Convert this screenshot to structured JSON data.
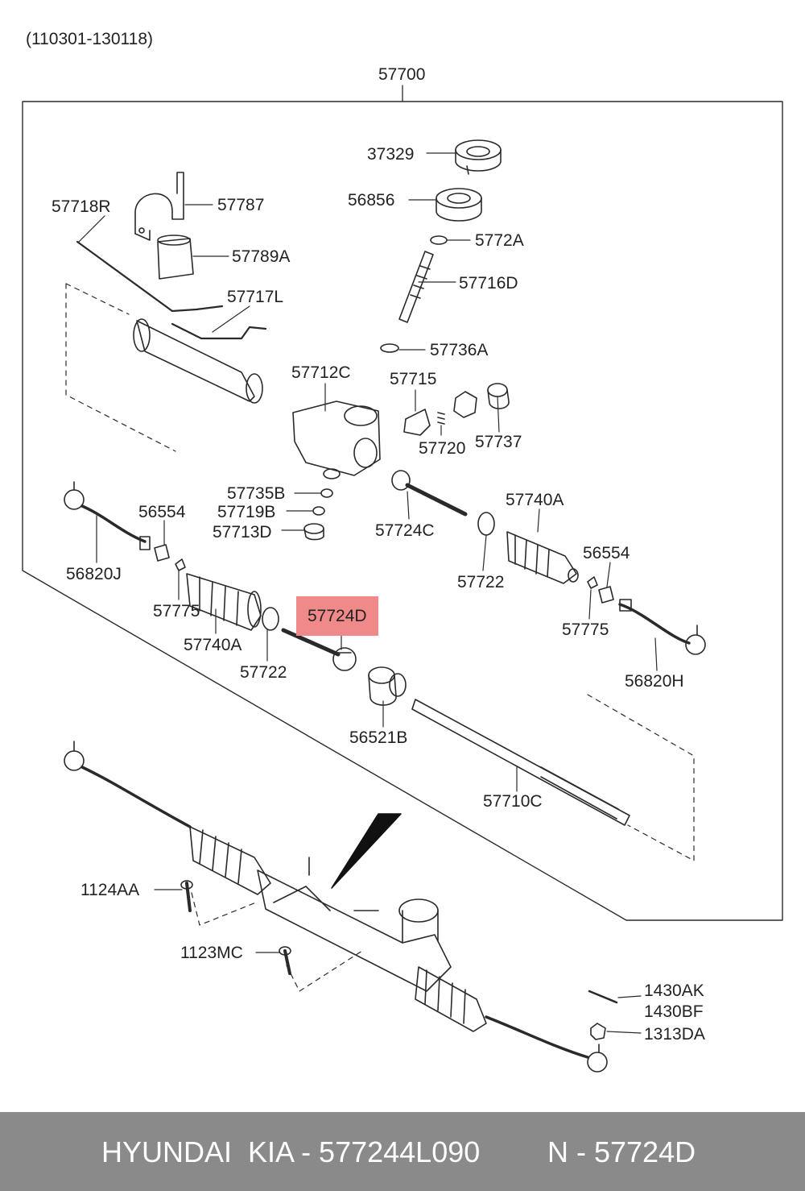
{
  "date_range": "(110301-130118)",
  "assembly_label": "57700",
  "highlight_color": "#f08a8a",
  "parts": {
    "p37329": "37329",
    "p56856": "56856",
    "p57718R": "57718R",
    "p57787": "57787",
    "p5772A": "5772A",
    "p57789A": "57789A",
    "p57716D": "57716D",
    "p57717L": "57717L",
    "p57736A": "57736A",
    "p57712C": "57712C",
    "p57715": "57715",
    "p57720": "57720",
    "p57737": "57737",
    "p57735B": "57735B",
    "p57719B": "57719B",
    "p57713D": "57713D",
    "p56554_left": "56554",
    "p57724C": "57724C",
    "p57740A_right": "57740A",
    "p56554_right": "56554",
    "p56820J": "56820J",
    "p57722_right": "57722",
    "p57775_left": "57775",
    "p57724D": "57724D",
    "p57775_right": "57775",
    "p57740A_left": "57740A",
    "p57722_left": "57722",
    "p56820H": "56820H",
    "p56521B": "56521B",
    "p57710C": "57710C",
    "p1124AA": "1124AA",
    "p1123MC": "1123MC",
    "p1430AK": "1430AK",
    "p1430BF": "1430BF",
    "p1313DA": "1313DA"
  },
  "footer": {
    "brand": "HYUNDAI  KIA - 577244L090",
    "ref": "N - 57724D"
  }
}
